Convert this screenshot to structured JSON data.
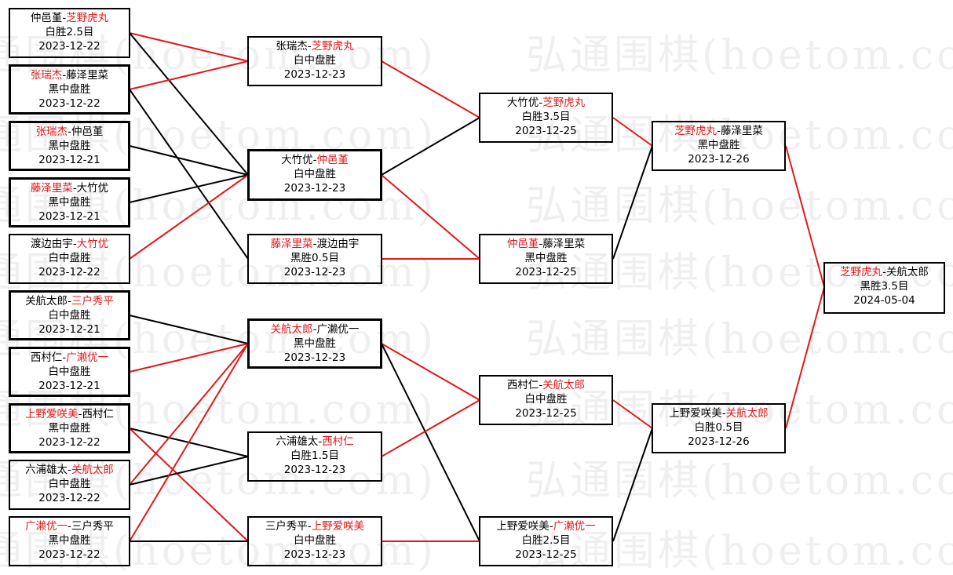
{
  "watermark": "弘通围棋(hoetom.com)",
  "colors": {
    "winner": "#e0191b",
    "line_win": "#e0191b",
    "line": "#000000"
  },
  "matches": [
    {
      "id": "r1_1",
      "p1": "仲邑堇",
      "sep": "-",
      "p2": "芝野虎丸",
      "winner": 2,
      "result": "白胜2.5目",
      "date": "2023-12-22"
    },
    {
      "id": "r1_2",
      "p1": "张瑞杰",
      "sep": "-",
      "p2": "藤泽里菜",
      "winner": 1,
      "result": "黑中盘胜",
      "date": "2023-12-22"
    },
    {
      "id": "r1_3",
      "p1": "张瑞杰",
      "sep": "-",
      "p2": "仲邑堇",
      "winner": 1,
      "result": "黑中盘胜",
      "date": "2023-12-21"
    },
    {
      "id": "r1_4",
      "p1": "藤泽里菜",
      "sep": "-",
      "p2": "大竹优",
      "winner": 1,
      "result": "黑中盘胜",
      "date": "2023-12-21"
    },
    {
      "id": "r1_5",
      "p1": "渡边由宇",
      "sep": "-",
      "p2": "大竹优",
      "winner": 2,
      "result": "白中盘胜",
      "date": "2023-12-22"
    },
    {
      "id": "r1_6",
      "p1": "关航太郎",
      "sep": "-",
      "p2": "三户秀平",
      "winner": 2,
      "result": "白中盘胜",
      "date": "2023-12-21"
    },
    {
      "id": "r1_7",
      "p1": "西村仁",
      "sep": "-",
      "p2": "广濑优一",
      "winner": 2,
      "result": "白中盘胜",
      "date": "2023-12-21"
    },
    {
      "id": "r1_8",
      "p1": "上野爱咲美",
      "sep": "-",
      "p2": "西村仁",
      "winner": 1,
      "result": "黑中盘胜",
      "date": "2023-12-22"
    },
    {
      "id": "r1_9",
      "p1": "六浦雄太",
      "sep": "-",
      "p2": "关航太郎",
      "winner": 2,
      "result": "白中盘胜",
      "date": "2023-12-22"
    },
    {
      "id": "r1_10",
      "p1": "广濑优一",
      "sep": "-",
      "p2": "三户秀平",
      "winner": 1,
      "result": "黑中盘胜",
      "date": "2023-12-22"
    },
    {
      "id": "r2_1",
      "p1": "张瑞杰",
      "sep": "-",
      "p2": "芝野虎丸",
      "winner": 2,
      "result": "白中盘胜",
      "date": "2023-12-23"
    },
    {
      "id": "r2_2",
      "p1": "大竹优",
      "sep": "-",
      "p2": "仲邑堇",
      "winner": 2,
      "result": "白中盘胜",
      "date": "2023-12-23"
    },
    {
      "id": "r2_3",
      "p1": "藤泽里菜",
      "sep": "-",
      "p2": "渡边由宇",
      "winner": 1,
      "result": "黑胜0.5目",
      "date": "2023-12-23"
    },
    {
      "id": "r2_4",
      "p1": "关航太郎",
      "sep": "-",
      "p2": "广濑优一",
      "winner": 1,
      "result": "黑中盘胜",
      "date": "2023-12-23"
    },
    {
      "id": "r2_5",
      "p1": "六浦雄太",
      "sep": "-",
      "p2": "西村仁",
      "winner": 2,
      "result": "白胜1.5目",
      "date": "2023-12-23"
    },
    {
      "id": "r2_6",
      "p1": "三户秀平",
      "sep": "-",
      "p2": "上野爱咲美",
      "winner": 2,
      "result": "白中盘胜",
      "date": "2023-12-23"
    },
    {
      "id": "r3_1",
      "p1": "大竹优",
      "sep": "-",
      "p2": "芝野虎丸",
      "winner": 2,
      "result": "白胜3.5目",
      "date": "2023-12-25"
    },
    {
      "id": "r3_2",
      "p1": "仲邑堇",
      "sep": "-",
      "p2": "藤泽里菜",
      "winner": 1,
      "result": "黑中盘胜",
      "date": "2023-12-25"
    },
    {
      "id": "r3_3",
      "p1": "西村仁",
      "sep": "-",
      "p2": "关航太郎",
      "winner": 2,
      "result": "白中盘胜",
      "date": "2023-12-25"
    },
    {
      "id": "r3_4",
      "p1": "上野爱咲美",
      "sep": "-",
      "p2": "广濑优一",
      "winner": 2,
      "result": "白胜2.5目",
      "date": "2023-12-25"
    },
    {
      "id": "r4_1",
      "p1": "芝野虎丸",
      "sep": "-",
      "p2": "藤泽里菜",
      "winner": 1,
      "result": "黑中盘胜",
      "date": "2023-12-26"
    },
    {
      "id": "r4_2",
      "p1": "上野爱咲美",
      "sep": "-",
      "p2": "关航太郎",
      "winner": 2,
      "result": "白胜0.5目",
      "date": "2023-12-26"
    },
    {
      "id": "final",
      "p1": "芝野虎丸",
      "sep": "-",
      "p2": "关航太郎",
      "winner": 1,
      "result": "黑胜3.5目",
      "date": "2024-05-04"
    }
  ]
}
